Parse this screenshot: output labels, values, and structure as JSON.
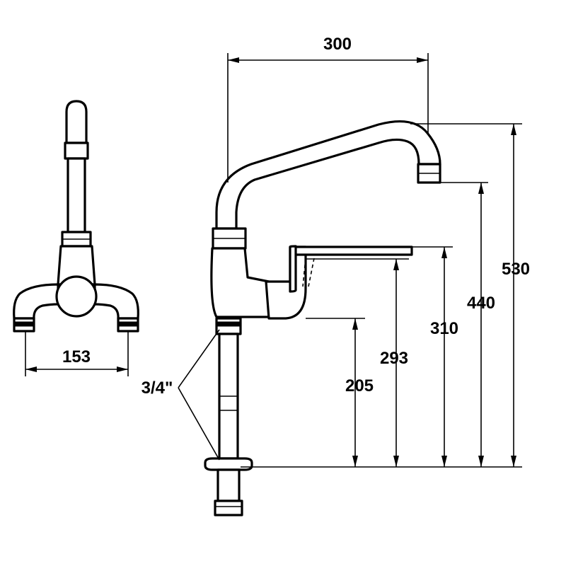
{
  "dimensions": {
    "spout_reach": "300",
    "connection_spacing": "153",
    "thread_size": "3/4\"",
    "outlet_height_205": "205",
    "height_293": "293",
    "height_310": "310",
    "outlet_height_440": "440",
    "overall_height": "530"
  }
}
